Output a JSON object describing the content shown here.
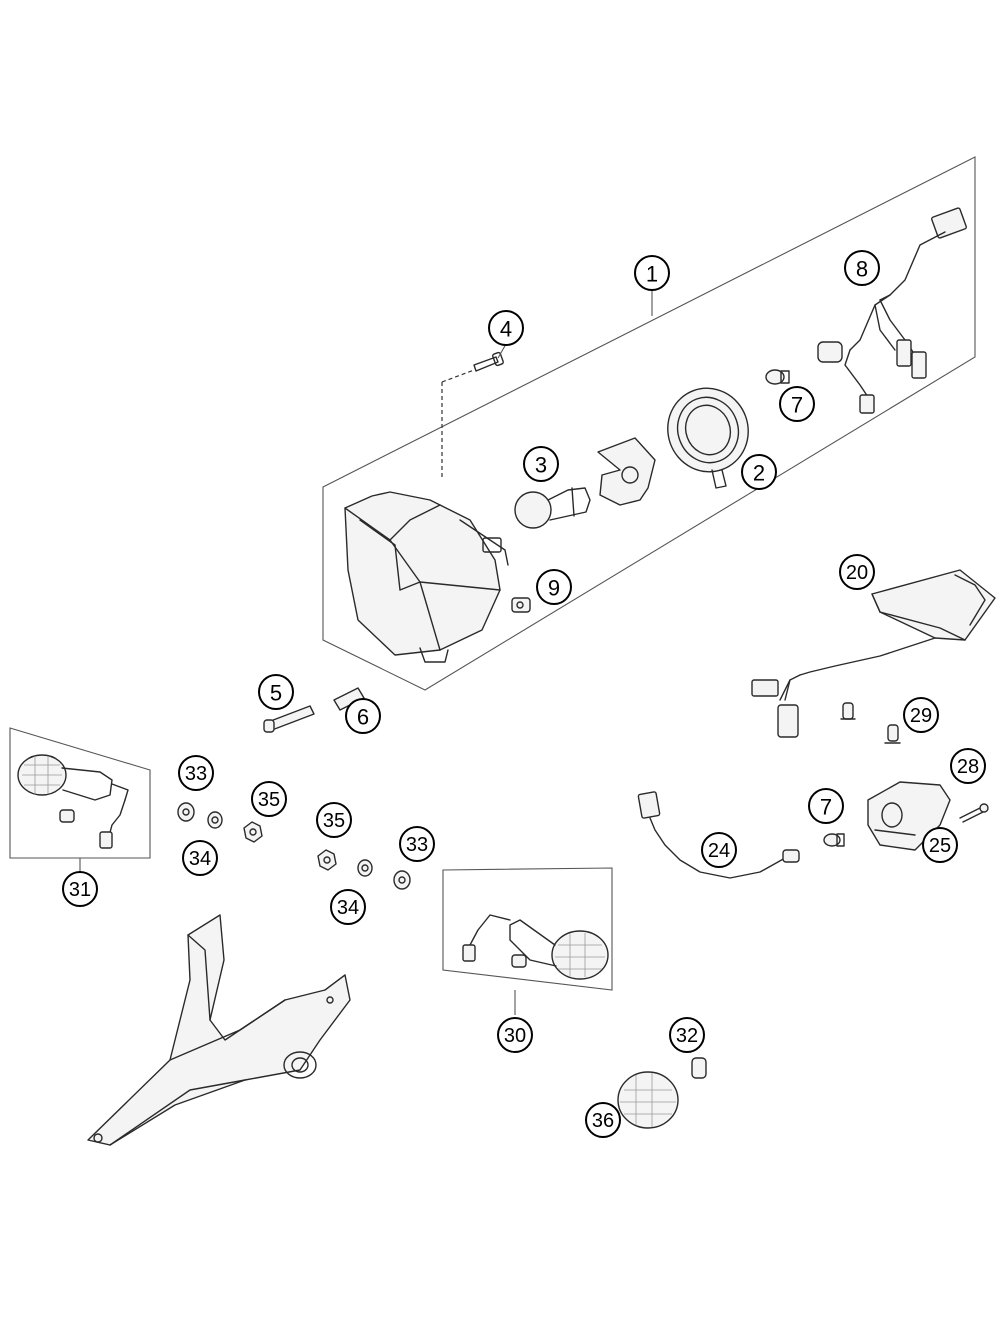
{
  "diagram": {
    "callouts": [
      {
        "id": "c1",
        "label": "1"
      },
      {
        "id": "c2",
        "label": "2"
      },
      {
        "id": "c3",
        "label": "3"
      },
      {
        "id": "c4",
        "label": "4"
      },
      {
        "id": "c5",
        "label": "5"
      },
      {
        "id": "c6",
        "label": "6"
      },
      {
        "id": "c7a",
        "label": "7"
      },
      {
        "id": "c7b",
        "label": "7"
      },
      {
        "id": "c8",
        "label": "8"
      },
      {
        "id": "c9",
        "label": "9"
      },
      {
        "id": "c20",
        "label": "20"
      },
      {
        "id": "c24",
        "label": "24"
      },
      {
        "id": "c25",
        "label": "25"
      },
      {
        "id": "c28",
        "label": "28"
      },
      {
        "id": "c29",
        "label": "29"
      },
      {
        "id": "c30",
        "label": "30"
      },
      {
        "id": "c31",
        "label": "31"
      },
      {
        "id": "c32",
        "label": "32"
      },
      {
        "id": "c33a",
        "label": "33"
      },
      {
        "id": "c33b",
        "label": "33"
      },
      {
        "id": "c34a",
        "label": "34"
      },
      {
        "id": "c34b",
        "label": "34"
      },
      {
        "id": "c35a",
        "label": "35"
      },
      {
        "id": "c35b",
        "label": "35"
      },
      {
        "id": "c36",
        "label": "36"
      }
    ]
  }
}
